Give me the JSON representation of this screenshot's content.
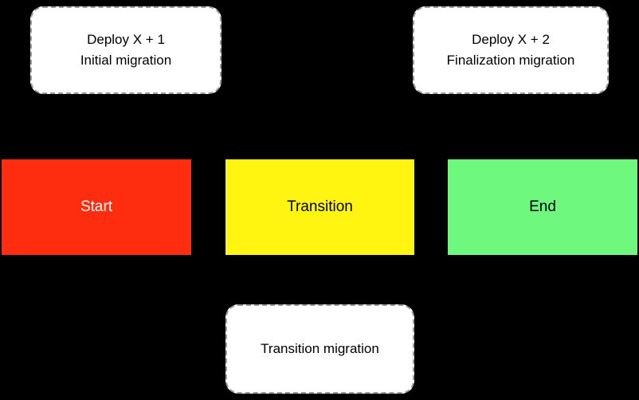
{
  "diagram": {
    "background_color": "#000000",
    "note_border_color": "#9b9b9b",
    "note_background_color": "#ffffff",
    "notes": {
      "initial": {
        "line1": "Deploy X + 1",
        "line2": "Initial migration"
      },
      "finalization": {
        "line1": "Deploy X + 2",
        "line2": "Finalization migration"
      },
      "transition": {
        "line1": "Transition migration"
      }
    },
    "states": {
      "start": {
        "label": "Start",
        "fill": "#FF2D10",
        "text_color": "#FFFFFF"
      },
      "transition": {
        "label": "Transition",
        "fill": "#FFF510",
        "text_color": "#000000"
      },
      "end": {
        "label": "End",
        "fill": "#6FF87E",
        "text_color": "#000000"
      }
    }
  }
}
